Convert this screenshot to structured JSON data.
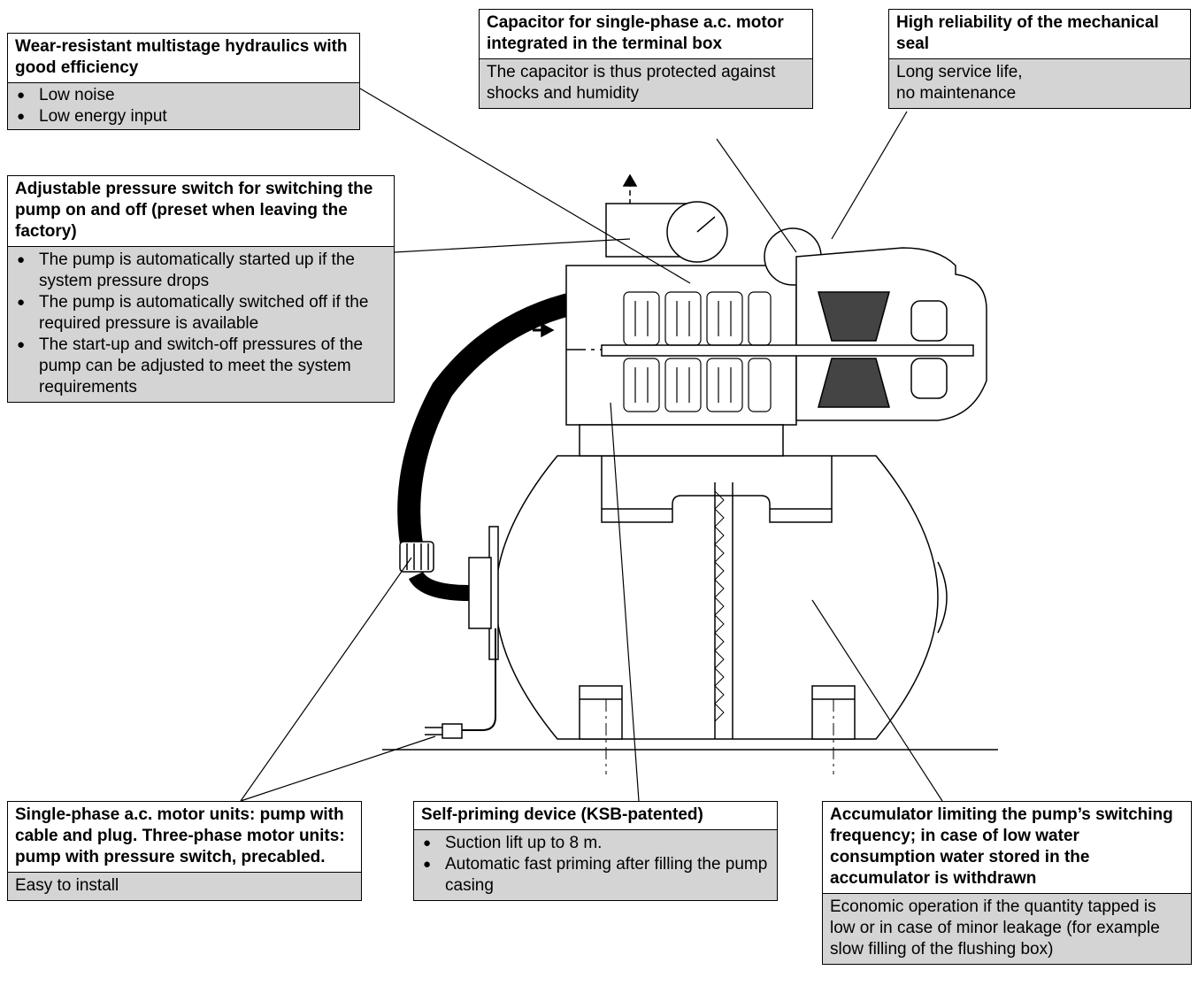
{
  "callouts": {
    "hydraulics": {
      "title": "Wear-resistant multistage hydraulics with good efficiency",
      "bullets": [
        "Low noise",
        "Low energy input"
      ]
    },
    "capacitor": {
      "title": "Capacitor for single-phase a.c. motor integrated in the terminal box",
      "text": "The capacitor is thus protected against shocks and humidity"
    },
    "seal": {
      "title": "High reliability of the mechanical seal",
      "text": "Long service life,\nno maintenance"
    },
    "pressure_switch": {
      "title": "Adjustable pressure switch for switching the pump on and off (preset when leaving the factory)",
      "bullets": [
        "The pump is automatically started up if the system pressure drops",
        "The pump is automatically switched off if the required pressure is available",
        "The start-up and switch-off pressures of the pump can be adjusted to meet the system requirements"
      ]
    },
    "motor_units": {
      "title": "Single-phase a.c. motor units: pump with cable and plug. Three-phase motor units: pump with pressure switch, precabled.",
      "text": "Easy to install"
    },
    "self_priming": {
      "title": "Self-priming device (KSB-patented)",
      "bullets": [
        "Suction lift up to 8 m.",
        "Automatic fast priming after filling the pump casing"
      ]
    },
    "accumulator": {
      "title": "Accumulator limiting the pump’s switching frequency; in case of low water consumption water stored in the accumulator is withdrawn",
      "text": "Economic operation if the quantity tapped is low or in case of minor leakage (for example slow filling of the flushing box)"
    }
  },
  "colors": {
    "shade": "#d4d4d4",
    "line": "#000000"
  }
}
